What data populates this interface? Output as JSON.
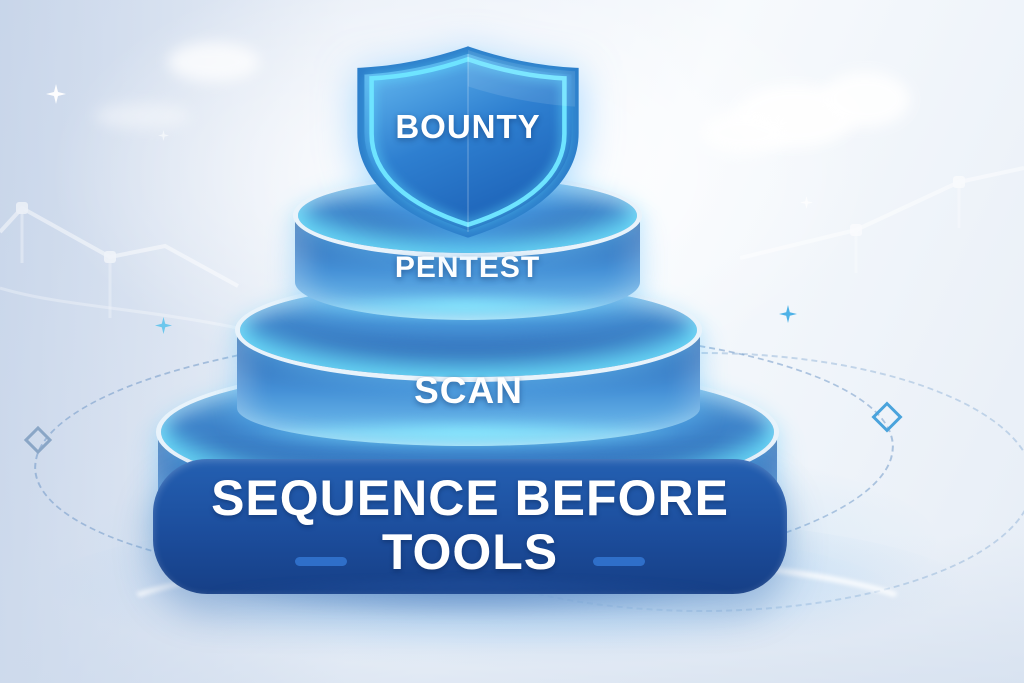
{
  "illustration": {
    "headline": {
      "line1": "SEQUENCE BEFORE",
      "line2": "TOOLS"
    },
    "levels": [
      {
        "id": "bounty",
        "label": "BOUNTY",
        "shape": "shield",
        "position": "top"
      },
      {
        "id": "pentest",
        "label": "PENTEST",
        "shape": "cylinder",
        "position": "upper-middle"
      },
      {
        "id": "scan",
        "label": "SCAN",
        "shape": "cylinder",
        "position": "lower-middle"
      }
    ],
    "colors": {
      "accent_cyan": "#6ee4ff",
      "shield_border_blue": "#2d7fcb",
      "cylinder_blue": "#4590d6",
      "cylinder_rim_light": "#e8f3fb",
      "banner_blue": "#1c4d9c",
      "banner_dash_blue": "#2f6fc9",
      "background_tint": "#dfe7f3",
      "glow_cyan": "#87ebff"
    },
    "decorations": [
      "clouds",
      "sparkle-stars",
      "faint-line-charts",
      "dotted-orbit-ellipses",
      "diamond-orbit-nodes",
      "base-glow-saucer"
    ]
  }
}
